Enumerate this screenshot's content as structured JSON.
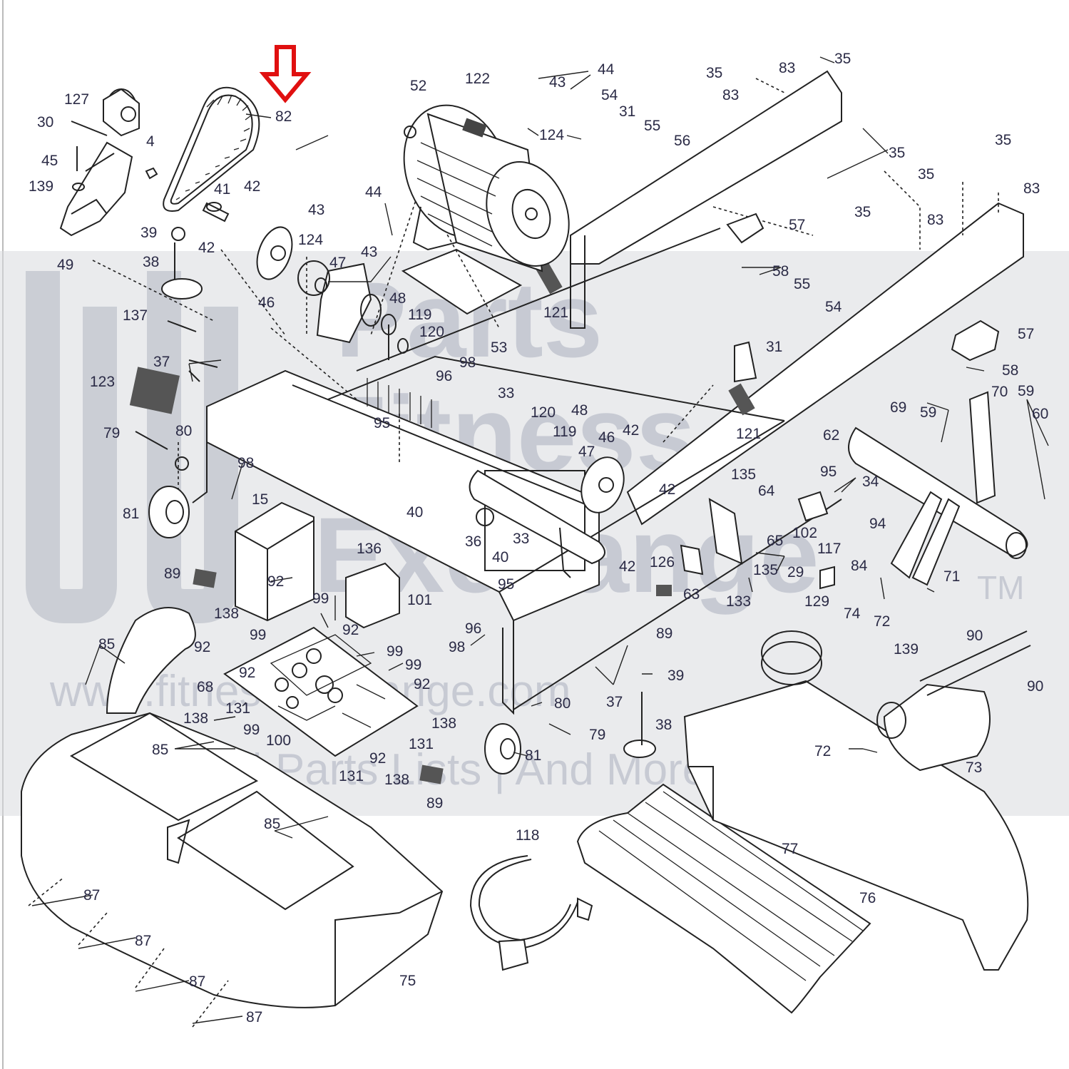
{
  "diagram": {
    "highlight_arrow_color": "#e01010",
    "highlighted_part": "82",
    "watermark": {
      "line1": "Parts",
      "line2": "Fitness",
      "line3": "Exchange",
      "tm": "TM",
      "url": "www.fitnessexchange.com",
      "tagline": "Diagrams | Parts Lists | And More"
    },
    "part_labels": [
      "127",
      "30",
      "4",
      "45",
      "139",
      "49",
      "82",
      "41",
      "42",
      "39",
      "38",
      "42",
      "46",
      "52",
      "122",
      "44",
      "43",
      "124",
      "54",
      "31",
      "55",
      "56",
      "35",
      "83",
      "35",
      "83",
      "35",
      "35",
      "35",
      "83",
      "35",
      "83",
      "57",
      "58",
      "43",
      "44",
      "124",
      "43",
      "47",
      "48",
      "119",
      "120",
      "53",
      "121",
      "137",
      "37",
      "123",
      "79",
      "80",
      "98",
      "81",
      "15",
      "89",
      "92",
      "138",
      "99",
      "92",
      "92",
      "99",
      "92",
      "68",
      "131",
      "138",
      "99",
      "100",
      "99",
      "99",
      "131",
      "92",
      "92",
      "138",
      "131",
      "138",
      "89",
      "85",
      "85",
      "85",
      "87",
      "87",
      "87",
      "87",
      "75",
      "136",
      "101",
      "96",
      "98",
      "95",
      "33",
      "120",
      "119",
      "48",
      "47",
      "46",
      "42",
      "40",
      "36",
      "33",
      "40",
      "95",
      "96",
      "98",
      "42",
      "126",
      "42",
      "37",
      "39",
      "38",
      "80",
      "79",
      "81",
      "55",
      "54",
      "31",
      "121",
      "57",
      "58",
      "69",
      "59",
      "70",
      "59",
      "60",
      "62",
      "135",
      "95",
      "64",
      "34",
      "65",
      "102",
      "133",
      "135",
      "29",
      "63",
      "89",
      "94",
      "84",
      "117",
      "129",
      "74",
      "139",
      "72",
      "71",
      "90",
      "90",
      "72",
      "73",
      "118",
      "77",
      "76"
    ]
  }
}
